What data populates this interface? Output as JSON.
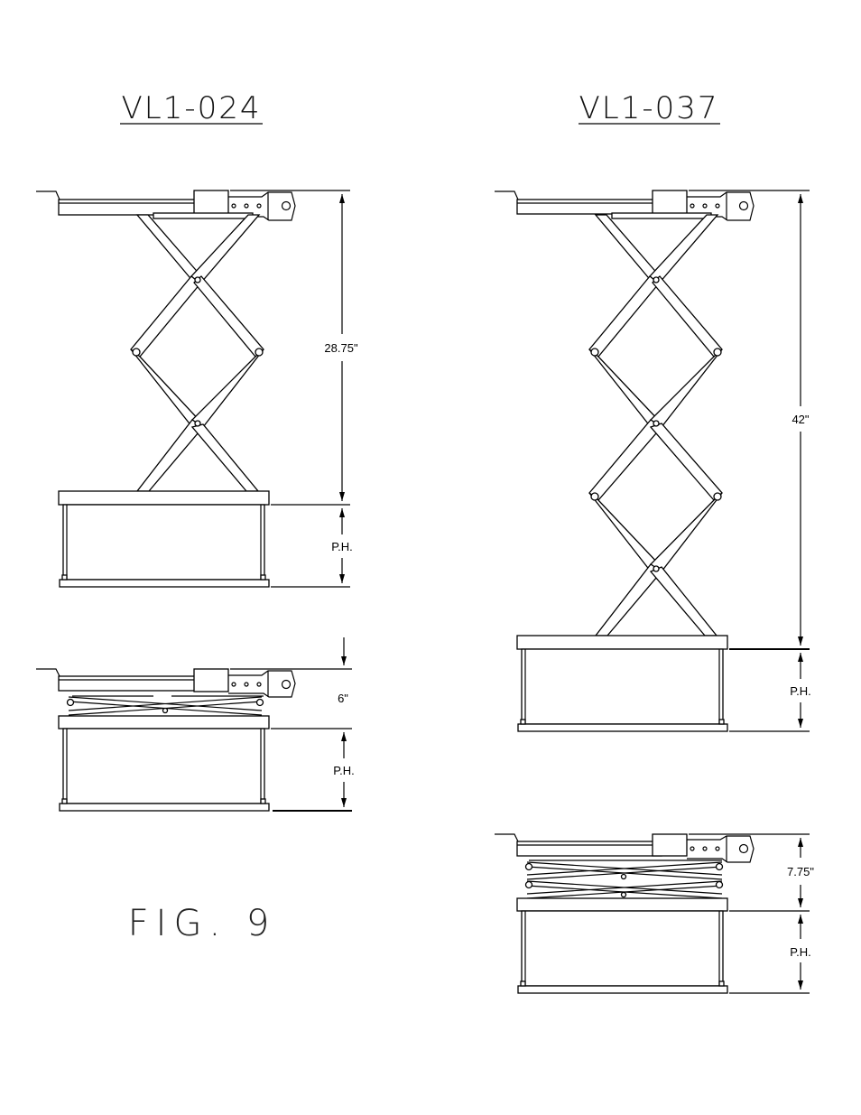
{
  "figure": {
    "label": "FIG. 9"
  },
  "models": [
    {
      "name": "VL1-024",
      "extended_dim": "28.75\"",
      "retracted_dim": "6\"",
      "ph_label_extended": "P.H.",
      "ph_label_retracted": "P.H."
    },
    {
      "name": "VL1-037",
      "extended_dim": "42\"",
      "retracted_dim": "7.75\"",
      "ph_label_extended": "P.H.",
      "ph_label_retracted": "P.H."
    }
  ]
}
